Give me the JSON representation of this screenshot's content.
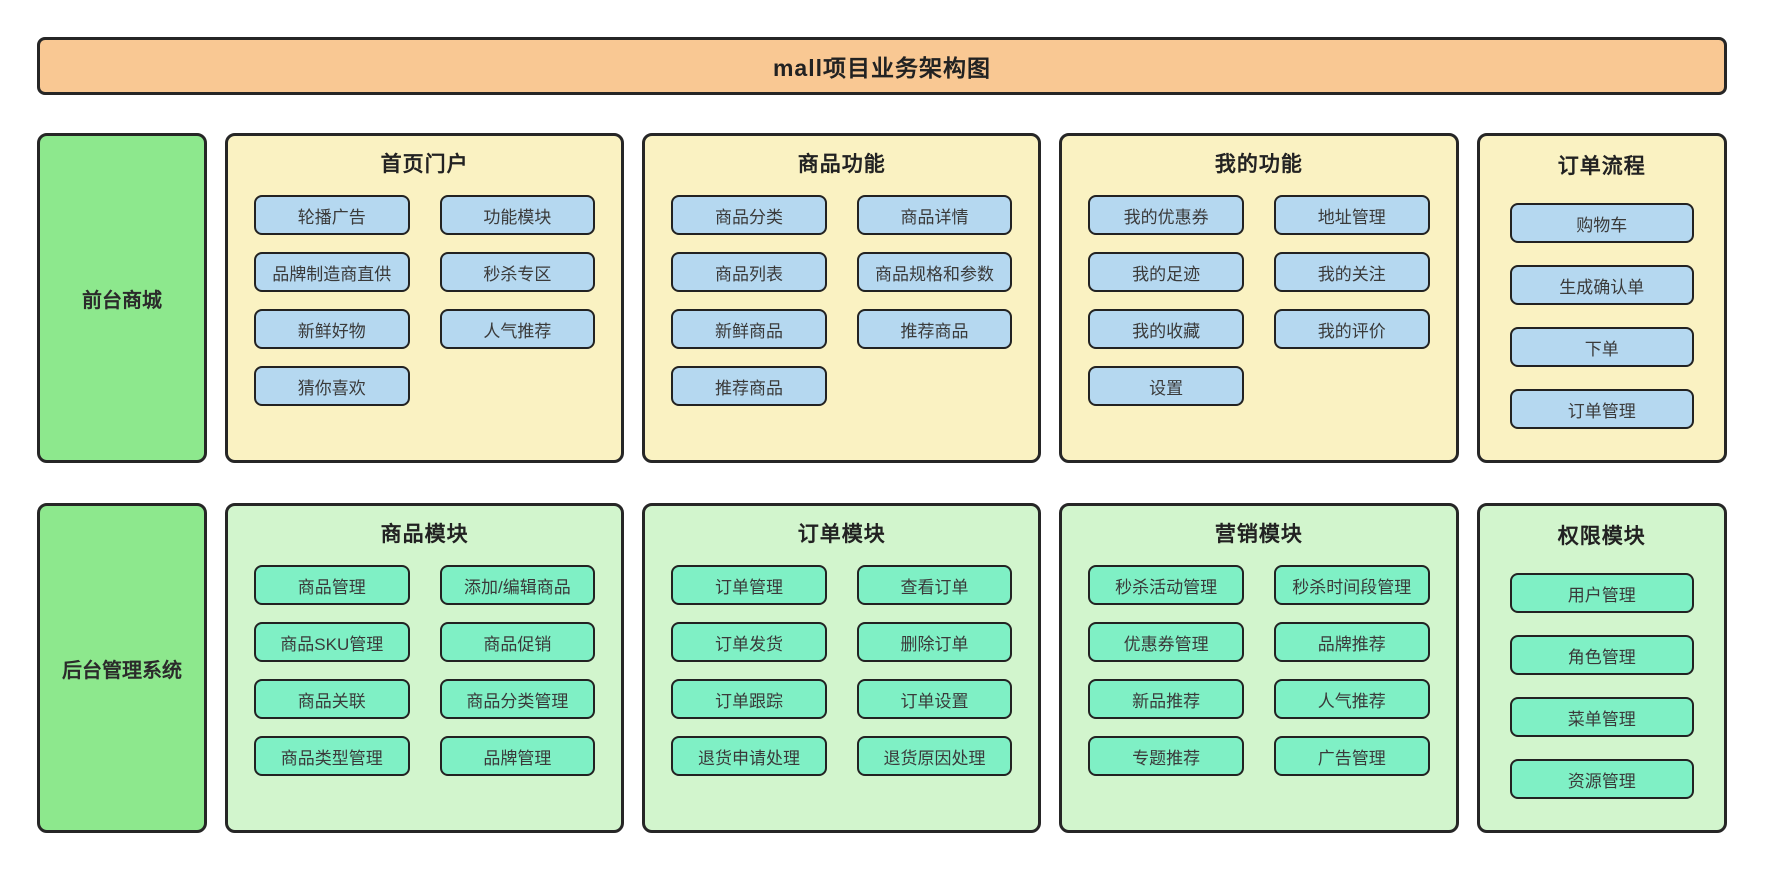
{
  "title": {
    "text": "mall项目业务架构图",
    "fill": "#f9c893"
  },
  "colors": {
    "background": "#ffffff",
    "border": "#262626",
    "title_fill": "#f9c893",
    "side_label_fill": "#8de88d",
    "frontend_panel_fill": "#faf2c2",
    "frontend_button_fill": "#b5d8f0",
    "backend_panel_fill": "#d2f5cd",
    "backend_button_fill": "#7ff0c5"
  },
  "rows": [
    {
      "id": "frontend",
      "side_label": "前台商城",
      "side_fill": "#8de88d",
      "panel_fill": "#faf2c2",
      "button_fill": "#b5d8f0",
      "panels": [
        {
          "id": "home-portal",
          "title": "首页门户",
          "narrow": false,
          "buttons": [
            "轮播广告",
            "功能模块",
            "品牌制造商直供",
            "秒杀专区",
            "新鲜好物",
            "人气推荐",
            "猜你喜欢"
          ]
        },
        {
          "id": "product-features",
          "title": "商品功能",
          "narrow": false,
          "buttons": [
            "商品分类",
            "商品详情",
            "商品列表",
            "商品规格和参数",
            "新鲜商品",
            "推荐商品",
            "推荐商品"
          ]
        },
        {
          "id": "my-features",
          "title": "我的功能",
          "narrow": false,
          "buttons": [
            "我的优惠券",
            "地址管理",
            "我的足迹",
            "我的关注",
            "我的收藏",
            "我的评价",
            "设置"
          ]
        },
        {
          "id": "order-flow",
          "title": "订单流程",
          "narrow": true,
          "buttons": [
            "购物车",
            "生成确认单",
            "下单",
            "订单管理"
          ]
        }
      ]
    },
    {
      "id": "backend",
      "side_label": "后台管理系统",
      "side_fill": "#8de88d",
      "panel_fill": "#d2f5cd",
      "button_fill": "#7ff0c5",
      "panels": [
        {
          "id": "product-module",
          "title": "商品模块",
          "narrow": false,
          "buttons": [
            "商品管理",
            "添加/编辑商品",
            "商品SKU管理",
            "商品促销",
            "商品关联",
            "商品分类管理",
            "商品类型管理",
            "品牌管理"
          ]
        },
        {
          "id": "order-module",
          "title": "订单模块",
          "narrow": false,
          "buttons": [
            "订单管理",
            "查看订单",
            "订单发货",
            "删除订单",
            "订单跟踪",
            "订单设置",
            "退货申请处理",
            "退货原因处理"
          ]
        },
        {
          "id": "marketing-module",
          "title": "营销模块",
          "narrow": false,
          "buttons": [
            "秒杀活动管理",
            "秒杀时间段管理",
            "优惠券管理",
            "品牌推荐",
            "新品推荐",
            "人气推荐",
            "专题推荐",
            "广告管理"
          ]
        },
        {
          "id": "permission-module",
          "title": "权限模块",
          "narrow": true,
          "buttons": [
            "用户管理",
            "角色管理",
            "菜单管理",
            "资源管理"
          ]
        }
      ]
    }
  ]
}
